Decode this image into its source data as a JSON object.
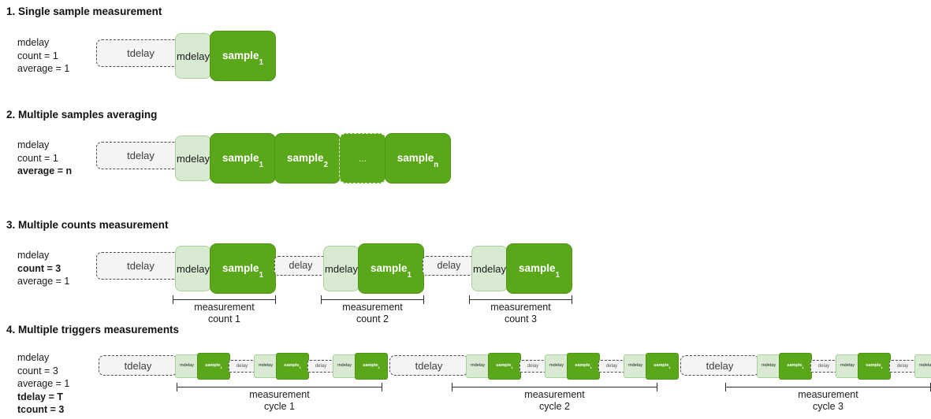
{
  "sections": [
    {
      "title": "1. Single sample measurement",
      "params": [
        {
          "text": "mdelay",
          "bold": false
        },
        {
          "text": "count = 1",
          "bold": false
        },
        {
          "text": "average = 1",
          "bold": false
        }
      ],
      "blocks": [
        {
          "kind": "tdelay",
          "label": "tdelay"
        },
        {
          "kind": "mdelay",
          "label": "mdelay"
        },
        {
          "kind": "sample",
          "label": "sample",
          "sub": "1"
        }
      ]
    },
    {
      "title": "2. Multiple samples averaging",
      "params": [
        {
          "text": "mdelay",
          "bold": false
        },
        {
          "text": "count = 1",
          "bold": false
        },
        {
          "text": "average = n",
          "bold": true
        }
      ],
      "blocks": [
        {
          "kind": "tdelay",
          "label": "tdelay"
        },
        {
          "kind": "mdelay",
          "label": "mdelay"
        },
        {
          "kind": "sample",
          "label": "sample",
          "sub": "1"
        },
        {
          "kind": "sample",
          "label": "sample",
          "sub": "2"
        },
        {
          "kind": "sample-ellipsis",
          "label": "..."
        },
        {
          "kind": "sample",
          "label": "sample",
          "sub": "n"
        }
      ]
    },
    {
      "title": "3. Multiple counts measurement",
      "params": [
        {
          "text": "mdelay",
          "bold": false
        },
        {
          "text": "count = 3",
          "bold": true
        },
        {
          "text": "average = 1",
          "bold": false
        }
      ],
      "blocks": [
        {
          "kind": "tdelay",
          "label": "tdelay"
        },
        {
          "kind": "mdelay",
          "label": "mdelay"
        },
        {
          "kind": "sample",
          "label": "sample",
          "sub": "1"
        },
        {
          "kind": "delay",
          "label": "delay"
        },
        {
          "kind": "mdelay",
          "label": "mdelay"
        },
        {
          "kind": "sample",
          "label": "sample",
          "sub": "1"
        },
        {
          "kind": "delay",
          "label": "delay"
        },
        {
          "kind": "mdelay",
          "label": "mdelay"
        },
        {
          "kind": "sample",
          "label": "sample",
          "sub": "1"
        }
      ],
      "brackets": [
        {
          "line1": "measurement",
          "line2": "count 1"
        },
        {
          "line1": "measurement",
          "line2": "count 2"
        },
        {
          "line1": "measurement",
          "line2": "count 3"
        }
      ]
    },
    {
      "title": "4. Multiple triggers measurements",
      "params": [
        {
          "text": "mdelay",
          "bold": false
        },
        {
          "text": "count = 3",
          "bold": false
        },
        {
          "text": "average = 1",
          "bold": false
        },
        {
          "text": "tdelay = T",
          "bold": true
        },
        {
          "text": "tcount = 3",
          "bold": true
        }
      ],
      "labels": {
        "tdelay": "tdelay",
        "mdelay": "mdelay",
        "sample": "sample",
        "sample_sub": "1",
        "delay": "delay"
      },
      "brackets": [
        {
          "line1": "measurement",
          "line2": "cycle 1"
        },
        {
          "line1": "measurement",
          "line2": "cycle 2"
        },
        {
          "line1": "measurement",
          "line2": "cycle 3"
        }
      ]
    }
  ],
  "colors": {
    "sample_green": "#5aa81a",
    "mdelay_green": "#d9ead3",
    "delay_gray": "#f4f4f4",
    "border_dark": "#4d4d4d",
    "text": "#1a1a1a"
  }
}
